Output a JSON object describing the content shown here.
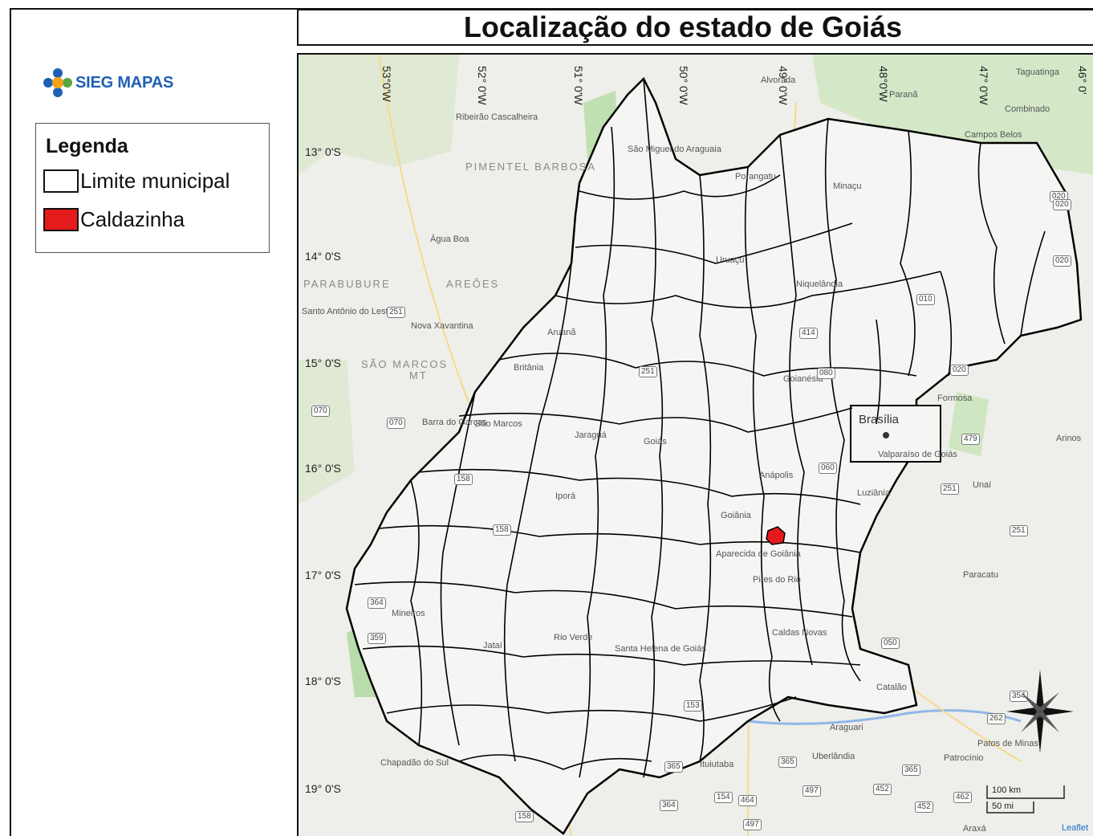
{
  "logo": {
    "text": "SIEG MAPAS",
    "icon": "sieg-logo-icon",
    "color": "#1f5fb4"
  },
  "title": "Localização do estado de Goiás",
  "legend": {
    "title": "Legenda",
    "items": [
      {
        "label": "Limite municipal",
        "fill": "#ffffff"
      },
      {
        "label": "Caldazinha",
        "fill": "#e41a1c"
      }
    ]
  },
  "map": {
    "latitude_labels": [
      "13° 0'S",
      "14° 0'S",
      "15° 0'S",
      "16° 0'S",
      "17° 0'S",
      "18° 0'S",
      "19° 0'S"
    ],
    "longitude_labels": [
      "53°0'W",
      "52° 0'W",
      "51° 0'W",
      "50° 0'W",
      "49° 0'W",
      "48°0'W",
      "47° 0'W",
      "46° 0'"
    ],
    "places": [
      "Ribeirão Cascalheira",
      "São Miguel do Araguaia",
      "Porangatu",
      "Alvorada",
      "Paranã",
      "Taguatinga",
      "Combinado",
      "Campos Belos",
      "Minaçu",
      "Água Boa",
      "Nova Xavantina",
      "Niquelândia",
      "Aruanã",
      "Britânia",
      "Goiás",
      "Barra do Garças",
      "Jaraguá",
      "Formosa",
      "Brasília",
      "Valparaíso de Goiás",
      "Luziânia",
      "Unaí",
      "Anápolis",
      "Goiânia",
      "Aparecida de Goiânia",
      "Paracatu",
      "Rio Verde",
      "Jataí",
      "Mineiros",
      "Caldas Novas",
      "Santa Helena de Goiás",
      "Araguari",
      "Uberlândia",
      "Patos de Minas",
      "Patrocínio",
      "Ituiutaba",
      "Chapadão do Sul",
      "Arinos",
      "Araxá",
      "São Marcos",
      "Santo Antônio do Leste",
      "Goianésia",
      "Uruaçu",
      "Pires do Rio",
      "Catalão",
      "Iporá"
    ],
    "regions": [
      "PIMENTEL BARBOSA",
      "PARABUBURE",
      "AREÕES",
      "SÃO MARCOS",
      "MT"
    ],
    "road_shields": [
      "251",
      "070",
      "070",
      "158",
      "158",
      "251",
      "020",
      "010",
      "414",
      "020",
      "060",
      "251",
      "251",
      "364",
      "359",
      "050",
      "354",
      "262",
      "365",
      "365",
      "365",
      "452",
      "452",
      "462",
      "497",
      "497",
      "154",
      "464",
      "364",
      "158",
      "153",
      "020",
      "020",
      "080",
      "479"
    ],
    "scale": {
      "km": "100 km",
      "mi": "50 mi"
    },
    "attribution": "Leaflet",
    "highlight_color": "#e41a1c"
  }
}
